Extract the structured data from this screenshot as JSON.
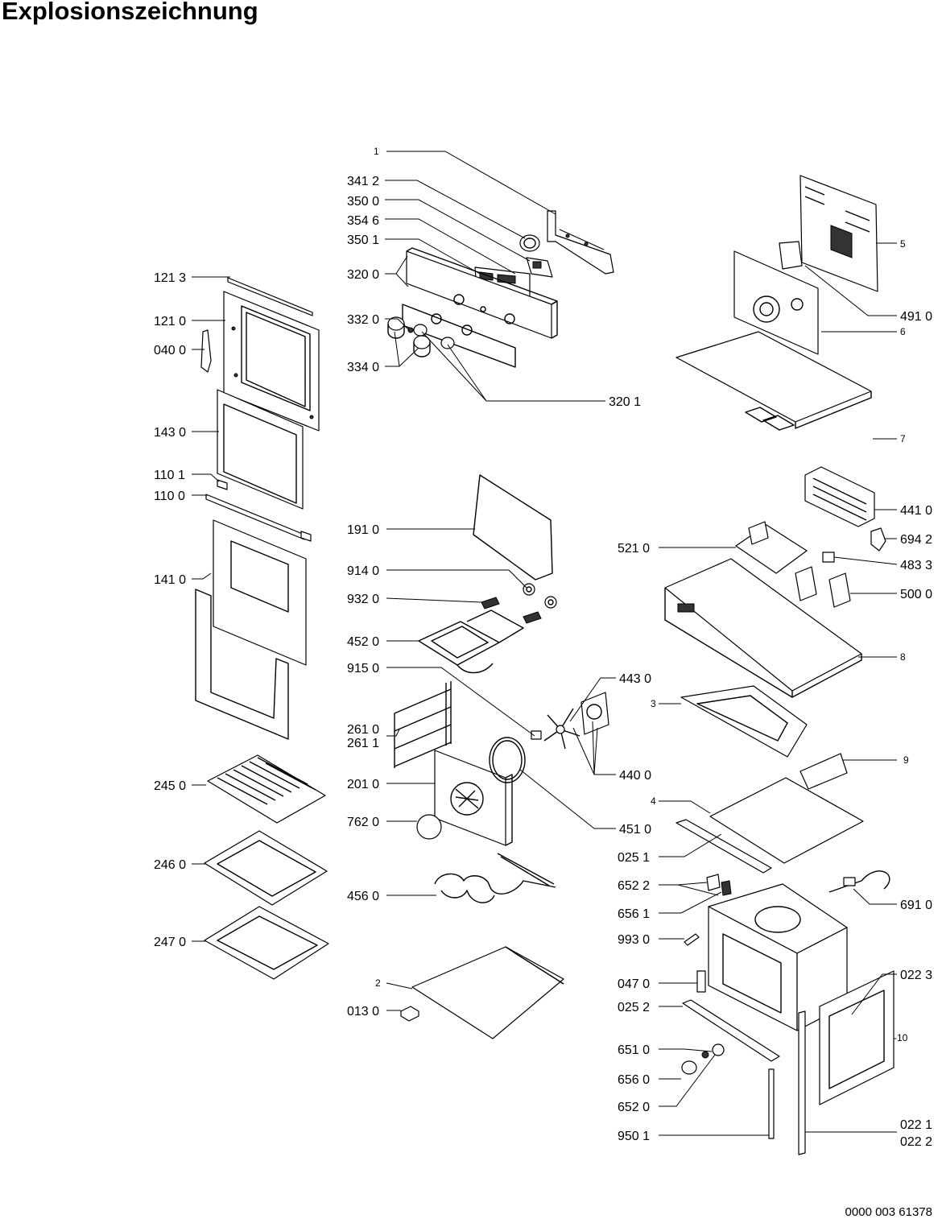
{
  "title": "Explosionszeichnung",
  "document_number": "0000 003 61378",
  "callouts": [
    {
      "id": "c1",
      "text": "1"
    },
    {
      "id": "c2",
      "text": "341 2"
    },
    {
      "id": "c3",
      "text": "350 0"
    },
    {
      "id": "c4",
      "text": "354 6"
    },
    {
      "id": "c5",
      "text": "350 1"
    },
    {
      "id": "c6",
      "text": "320 0"
    },
    {
      "id": "c7",
      "text": "332 0"
    },
    {
      "id": "c8",
      "text": "334 0"
    },
    {
      "id": "c9",
      "text": "320 1"
    },
    {
      "id": "c10",
      "text": "121 3"
    },
    {
      "id": "c11",
      "text": "121 0"
    },
    {
      "id": "c12",
      "text": "040 0"
    },
    {
      "id": "c13",
      "text": "143 0"
    },
    {
      "id": "c14",
      "text": "110 1"
    },
    {
      "id": "c15",
      "text": "110 0"
    },
    {
      "id": "c16",
      "text": "141 0"
    },
    {
      "id": "c17",
      "text": "245 0"
    },
    {
      "id": "c18",
      "text": "246 0"
    },
    {
      "id": "c19",
      "text": "247 0"
    },
    {
      "id": "c20",
      "text": "191 0"
    },
    {
      "id": "c21",
      "text": "914 0"
    },
    {
      "id": "c22",
      "text": "932 0"
    },
    {
      "id": "c23",
      "text": "452 0"
    },
    {
      "id": "c24",
      "text": "915 0"
    },
    {
      "id": "c25",
      "text": "261 0"
    },
    {
      "id": "c26",
      "text": "261 1"
    },
    {
      "id": "c27",
      "text": "201 0"
    },
    {
      "id": "c28",
      "text": "762 0"
    },
    {
      "id": "c29",
      "text": "456 0"
    },
    {
      "id": "c30",
      "text": "2"
    },
    {
      "id": "c31",
      "text": "013 0"
    },
    {
      "id": "c32",
      "text": "443 0"
    },
    {
      "id": "c33",
      "text": "440 0"
    },
    {
      "id": "c34",
      "text": "451 0"
    },
    {
      "id": "c35",
      "text": "5"
    },
    {
      "id": "c36",
      "text": "491 0"
    },
    {
      "id": "c37",
      "text": "6"
    },
    {
      "id": "c38",
      "text": "7"
    },
    {
      "id": "c39",
      "text": "441 0"
    },
    {
      "id": "c40",
      "text": "694 2"
    },
    {
      "id": "c41",
      "text": "521 0"
    },
    {
      "id": "c42",
      "text": "483 3"
    },
    {
      "id": "c43",
      "text": "500 0"
    },
    {
      "id": "c44",
      "text": "8"
    },
    {
      "id": "c45",
      "text": "3"
    },
    {
      "id": "c46",
      "text": "9"
    },
    {
      "id": "c47",
      "text": "4"
    },
    {
      "id": "c48",
      "text": "025 1"
    },
    {
      "id": "c49",
      "text": "652 2"
    },
    {
      "id": "c50",
      "text": "656 1"
    },
    {
      "id": "c51",
      "text": "691 0"
    },
    {
      "id": "c52",
      "text": "993 0"
    },
    {
      "id": "c53",
      "text": "047 0"
    },
    {
      "id": "c54",
      "text": "022 3"
    },
    {
      "id": "c55",
      "text": "025 2"
    },
    {
      "id": "c56",
      "text": "-10"
    },
    {
      "id": "c57",
      "text": "651 0"
    },
    {
      "id": "c58",
      "text": "656 0"
    },
    {
      "id": "c59",
      "text": "652 0"
    },
    {
      "id": "c60",
      "text": "950 1"
    },
    {
      "id": "c61",
      "text": "022 1"
    },
    {
      "id": "c62",
      "text": "022 2"
    }
  ]
}
